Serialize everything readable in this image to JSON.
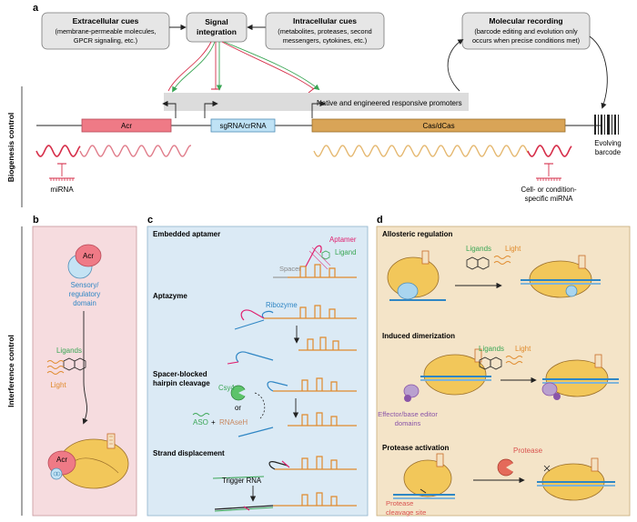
{
  "colors": {
    "cas": "#d9a457",
    "acr": "#ef7a86",
    "sgrna": "#bfe2f5",
    "red": "#d62f4a",
    "orange": "#e08a2c",
    "green": "#3aa655",
    "blue": "#2f86c4",
    "pink": "#e0216f",
    "purple": "#8a55a8",
    "panel_b": "#f6dcdf",
    "panel_c": "#dbeaf5",
    "panel_d": "#f4e4c8"
  },
  "panel_a": {
    "letter": "a",
    "extracellular": {
      "title": "Extracellular cues",
      "line1": "(membrane-permeable molecules,",
      "line2": "GPCR signaling, etc.)"
    },
    "signal": {
      "line1": "Signal",
      "line2": "integration"
    },
    "intracellular": {
      "title": "Intracellular cues",
      "line1": "(metabolites, proteases, second",
      "line2": "messengers, cytokines, etc.)"
    },
    "recording": {
      "title": "Molecular recording",
      "line1": "(barcode editing and evolution only",
      "line2": "occurs when precise conditions met)"
    },
    "promoters": "Native and engineered responsive promoters",
    "genes": {
      "acr": "Acr",
      "sgrna": "sgRNA/crRNA",
      "cas": "Cas/dCas"
    },
    "barcode": {
      "line1": "Evolving",
      "line2": "barcode"
    },
    "mirna": "miRNA",
    "specific_mirna": {
      "line1": "Cell- or condition-",
      "line2": "specific miRNA"
    },
    "side_label": "Biogenesis control"
  },
  "panel_b": {
    "letter": "b",
    "acr": "Acr",
    "sensory": {
      "line1": "Sensory/",
      "line2": "regulatory",
      "line3": "domain"
    },
    "ligands": "Ligands",
    "light": "Light",
    "acr_bottom": "Acr"
  },
  "panel_c": {
    "letter": "c",
    "embedded": "Embedded aptamer",
    "aptamer": "Aptamer",
    "ligand": "Ligand",
    "spacer": "Spacer",
    "aptazyme": "Aptazyme",
    "ribozyme": "Ribozyme",
    "hairpin": {
      "line1": "Spacer-blocked",
      "line2": "hairpin cleavage"
    },
    "csy4": "Csy4",
    "or": "or",
    "aso": "ASO",
    "plus": "+",
    "rnaseh": "RNAseH",
    "strand": "Strand displacement",
    "trigger": "Trigger RNA"
  },
  "panel_d": {
    "letter": "d",
    "allosteric": "Allosteric regulation",
    "ligands1": "Ligands",
    "light1": "Light",
    "dimerization": "Induced dimerization",
    "ligands2": "Ligands",
    "light2": "Light",
    "effector": {
      "line1": "Effector/base editor",
      "line2": "domains"
    },
    "protease_activation": "Protease activation",
    "protease": "Protease",
    "cleavage": {
      "line1": "Protease",
      "line2": "cleavage site"
    }
  },
  "side_label_2": "Interference control"
}
